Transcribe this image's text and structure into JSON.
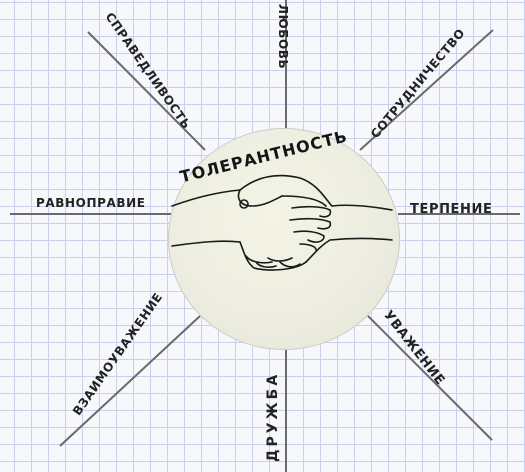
{
  "center_title": "ТОЛЕРАНТНОСТЬ",
  "rays": [
    {
      "key": "spravedlivost",
      "label": "СПРАВЕДЛИВОСТЬ"
    },
    {
      "key": "lyubov",
      "label": "ЛЮБОВЬ"
    },
    {
      "key": "sotrudnichestvo",
      "label": "СОТРУДНИЧЕСТВО"
    },
    {
      "key": "ravnopravie",
      "label": "РАВНОПРАВИЕ"
    },
    {
      "key": "terpenie",
      "label": "ТЕРПЕНИЕ"
    },
    {
      "key": "vzaimouvazhenie",
      "label": "ВЗАИМОУВАЖЕНИЕ"
    },
    {
      "key": "druzhba",
      "label": "ДРУЖБА"
    },
    {
      "key": "uvazhenie",
      "label": "УВАЖЕНИЕ"
    }
  ],
  "colors": {
    "grid": "#c9d0ea",
    "ink": "#222222",
    "paper": "#f7f8fc",
    "disc": "#ecece0"
  }
}
